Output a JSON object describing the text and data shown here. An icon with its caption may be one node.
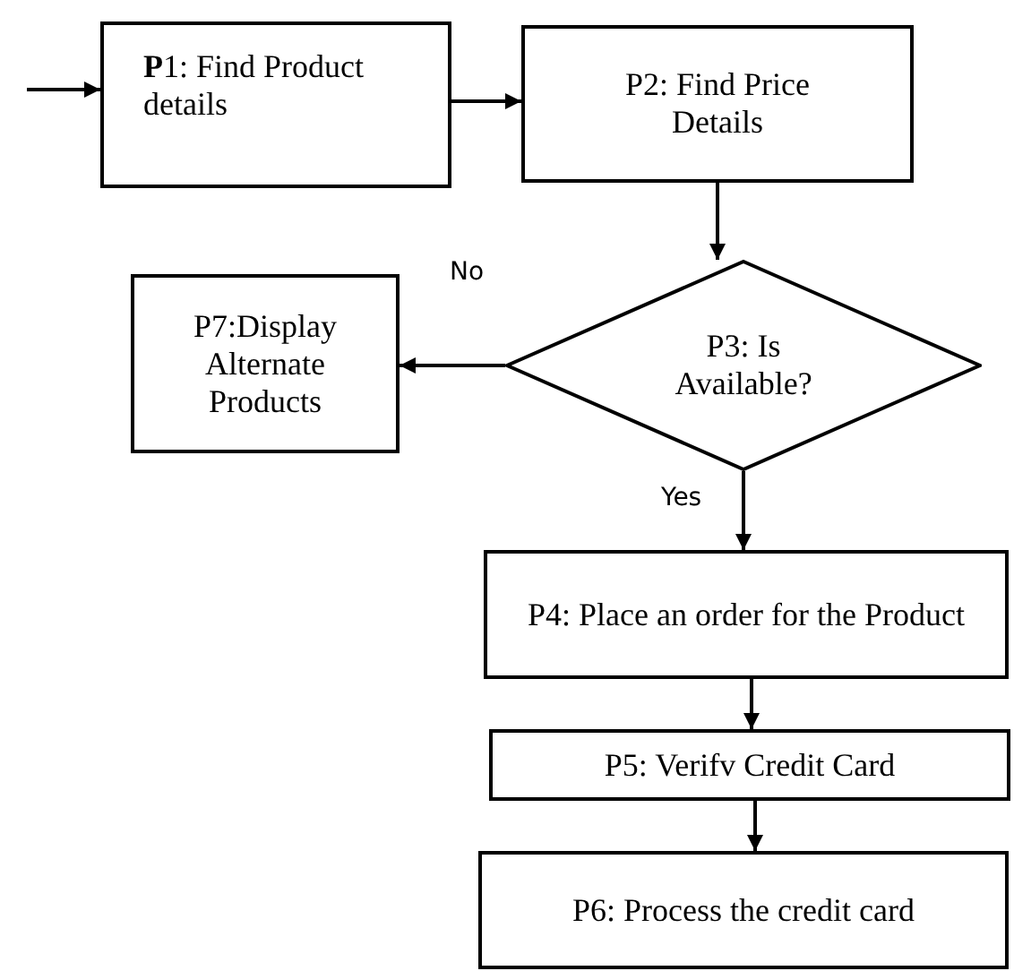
{
  "diagram": {
    "nodes": [
      {
        "text": [
          "**P**1: Find Product details"
        ]
      },
      {
        "text": [
          "P2: Find Price Details"
        ]
      },
      {
        "text": [
          "P3: Is Available?"
        ]
      },
      {
        "text": [
          "P7:Display Alternate Products"
        ]
      },
      {
        "text": [
          "P4: Place an order for the Product"
        ]
      },
      {
        "text": [
          "P5: Verifv Credit Card"
        ]
      },
      {
        "text": [
          "P6: Process the credit card"
        ]
      }
    ],
    "edges": [
      {
        "from": null,
        "to": 0,
        "arrow": "to"
      },
      {
        "from": 0,
        "to": 1,
        "arrow": "to"
      },
      {
        "from": 1,
        "to": 2,
        "arrow": "to"
      },
      {
        "from": 2,
        "to": 3,
        "arrow": "to",
        "label": "No"
      },
      {
        "from": 2,
        "to": 4,
        "arrow": "to",
        "label": "Yes"
      },
      {
        "from": 4,
        "to": 5,
        "arrow": "to"
      },
      {
        "from": 5,
        "to": 6,
        "arrow": "to"
      }
    ]
  }
}
